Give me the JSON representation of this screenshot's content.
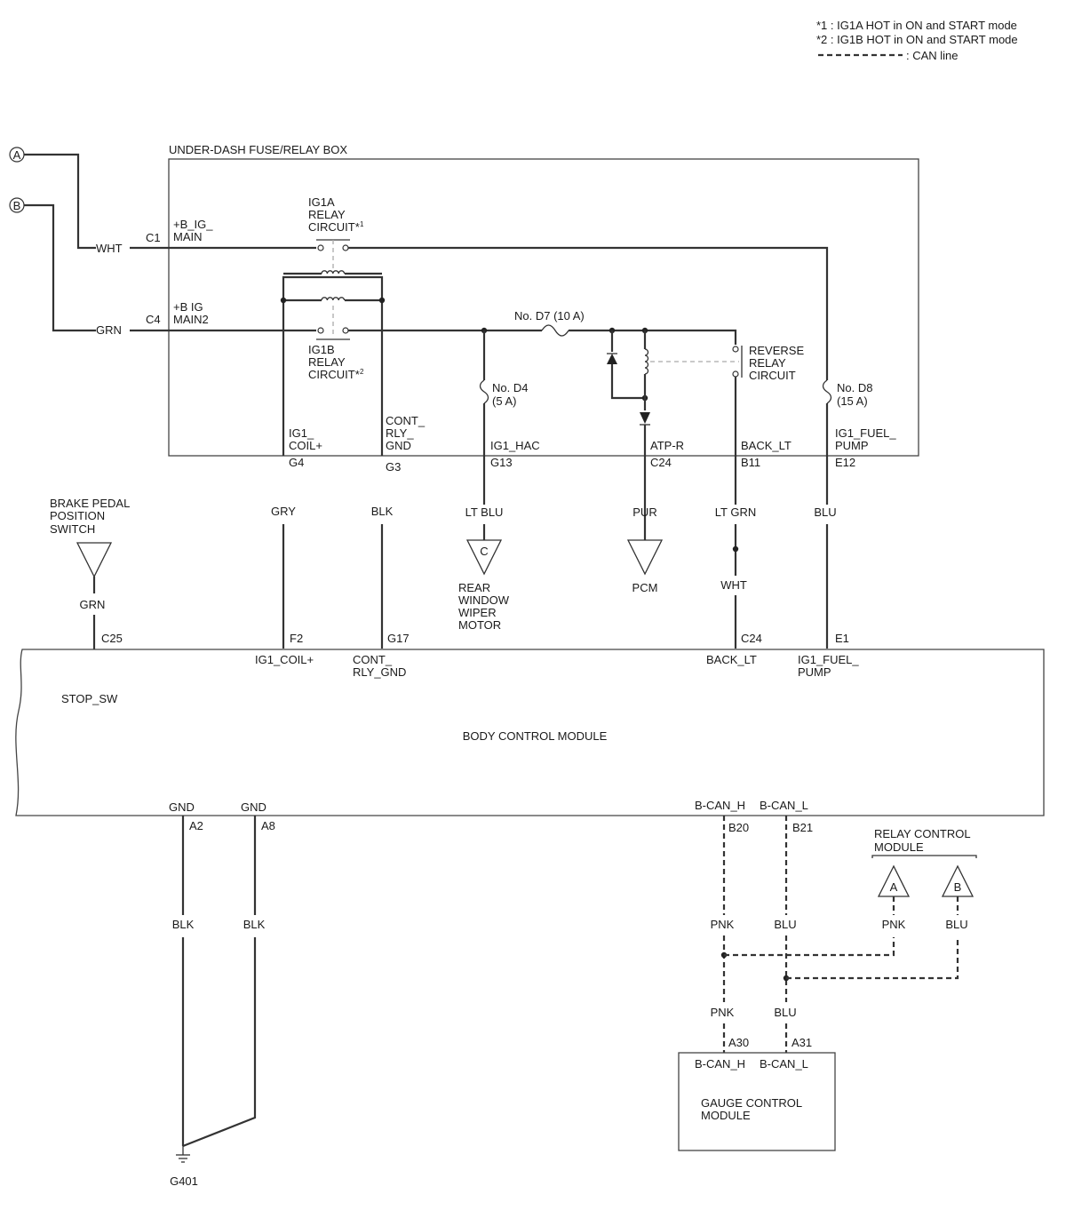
{
  "notes": {
    "n1": "*1 : IG1A HOT in ON and START mode",
    "n2": "*2 : IG1B HOT in ON and START mode",
    "can": ": CAN line"
  },
  "fuse_box": {
    "title": "UNDER-DASH FUSE/RELAY BOX",
    "input_a": {
      "label": "+B_IG_",
      "label2": "MAIN",
      "terminal": "C1",
      "wire": "WHT",
      "connector": "A"
    },
    "input_b": {
      "label": "+B IG",
      "label2": "MAIN2",
      "terminal": "C4",
      "wire": "GRN",
      "connector": "B"
    },
    "ig1a_relay": {
      "l1": "IG1A",
      "l2": "RELAY",
      "l3": "CIRCUIT*",
      "sup": "1"
    },
    "ig1b_relay": {
      "l1": "IG1B",
      "l2": "RELAY",
      "l3": "CIRCUIT*",
      "sup": "2"
    },
    "fuse_d7": "No. D7 (10 A)",
    "fuse_d4": {
      "l1": "No. D4",
      "l2": "(5 A)"
    },
    "fuse_d8": {
      "l1": "No. D8",
      "l2": "(15 A)"
    },
    "reverse_relay": {
      "l1": "REVERSE",
      "l2": "RELAY",
      "l3": "CIRCUIT"
    },
    "outputs": [
      {
        "l1": "IG1_",
        "l2": "COIL+",
        "terminal": "G4",
        "wire": "GRY"
      },
      {
        "l1": "CONT_",
        "l2": "RLY_",
        "l3": "GND",
        "terminal": "G3",
        "wire": "BLK"
      },
      {
        "l1": "IG1_HAC",
        "terminal": "G13",
        "wire": "LT BLU"
      },
      {
        "l1": "ATP-R",
        "terminal": "C24",
        "wire": "PUR"
      },
      {
        "l1": "BACK_LT",
        "terminal": "B11",
        "wire": "LT GRN",
        "wire2": "WHT"
      },
      {
        "l1": "IG1_FUEL_",
        "l2": "PUMP",
        "terminal": "E12",
        "wire": "BLU"
      }
    ]
  },
  "brake_switch": {
    "l1": "BRAKE PEDAL",
    "l2": "POSITION",
    "l3": "SWITCH",
    "wire": "GRN"
  },
  "wiper": {
    "connector": "C",
    "l1": "REAR",
    "l2": "WINDOW",
    "l3": "WIPER",
    "l4": "MOTOR"
  },
  "pcm": {
    "label": "PCM"
  },
  "bcm": {
    "title": "BODY CONTROL MODULE",
    "pins": [
      {
        "terminal": "C25",
        "l1": "STOP_SW"
      },
      {
        "terminal": "F2",
        "l1": "IG1_COIL+"
      },
      {
        "terminal": "G17",
        "l1": "CONT_",
        "l2": "RLY_GND"
      },
      {
        "terminal": "C24",
        "l1": "BACK_LT"
      },
      {
        "terminal": "E1",
        "l1": "IG1_FUEL_",
        "l2": "PUMP"
      }
    ],
    "bottom_pins": [
      {
        "label": "GND",
        "terminal": "A2",
        "wire": "BLK"
      },
      {
        "label": "GND",
        "terminal": "A8",
        "wire": "BLK"
      },
      {
        "label": "B-CAN_H",
        "terminal": "B20",
        "wire": "PNK"
      },
      {
        "label": "B-CAN_L",
        "terminal": "B21",
        "wire": "BLU"
      }
    ]
  },
  "ground": {
    "label": "G401"
  },
  "relay_control": {
    "l1": "RELAY CONTROL",
    "l2": "MODULE",
    "conn_a": "A",
    "conn_b": "B",
    "wire_a": "PNK",
    "wire_b": "BLU"
  },
  "gauge": {
    "l1": "GAUGE CONTROL",
    "l2": "MODULE",
    "pins": [
      {
        "label": "B-CAN_H",
        "terminal": "A30",
        "wire": "PNK"
      },
      {
        "label": "B-CAN_L",
        "terminal": "A31",
        "wire": "BLU"
      }
    ]
  }
}
